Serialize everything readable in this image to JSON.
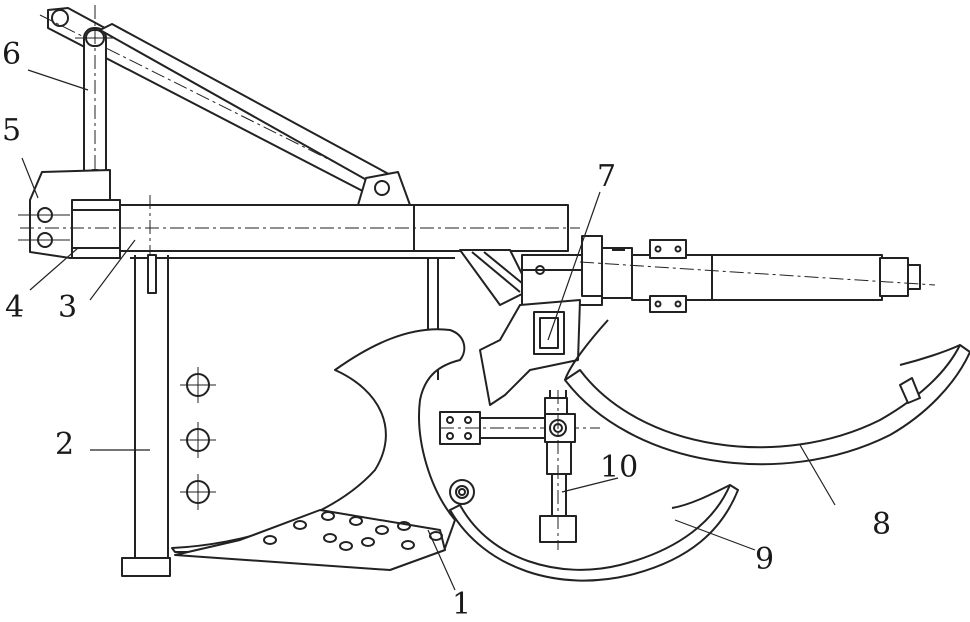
{
  "diagram": {
    "parts": [
      {
        "id": "label-1",
        "label": "1"
      },
      {
        "id": "label-2",
        "label": "2"
      },
      {
        "id": "label-3",
        "label": "3"
      },
      {
        "id": "label-4",
        "label": "4"
      },
      {
        "id": "label-5",
        "label": "5"
      },
      {
        "id": "label-6",
        "label": "6"
      },
      {
        "id": "label-7",
        "label": "7"
      },
      {
        "id": "label-8",
        "label": "8"
      },
      {
        "id": "label-9",
        "label": "9"
      },
      {
        "id": "label-10",
        "label": "10"
      }
    ],
    "stroke_color": "#222222",
    "background": "#ffffff"
  }
}
